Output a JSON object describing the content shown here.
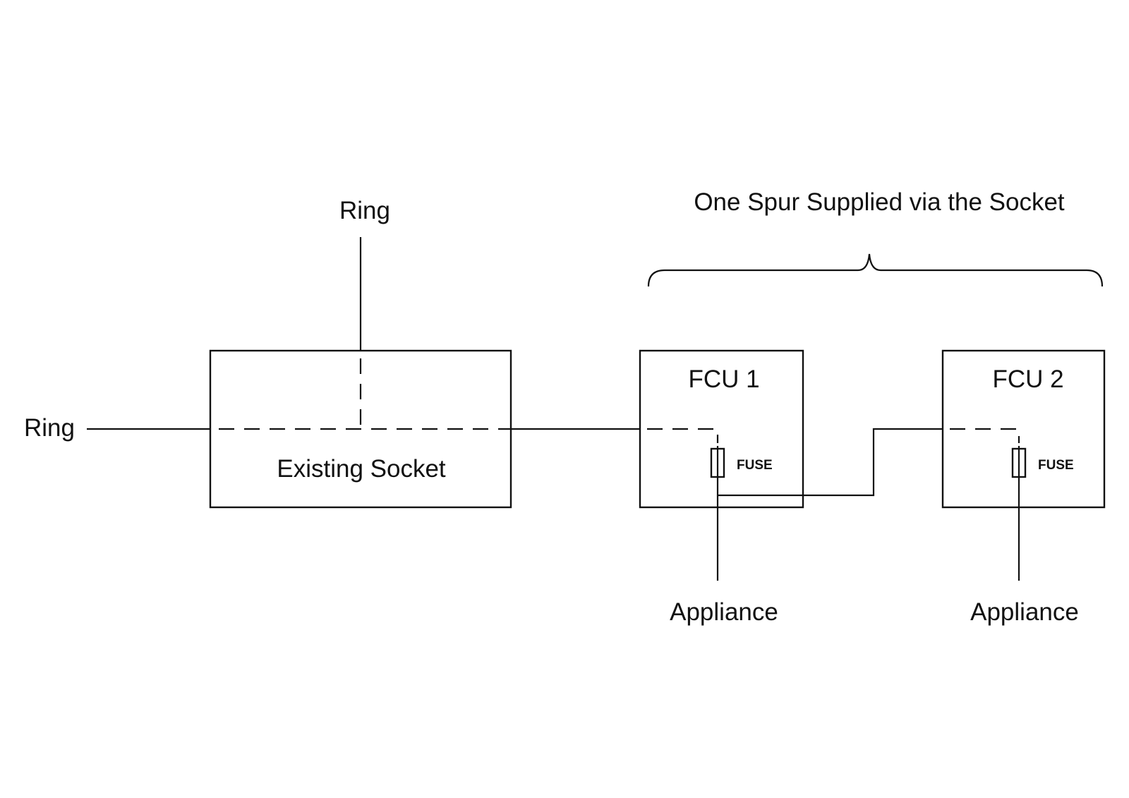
{
  "diagram": {
    "title": "One Spur Supplied via the Socket",
    "ring_label_top": "Ring",
    "ring_label_left": "Ring",
    "existing_socket": {
      "label": "Existing Socket"
    },
    "fcus": [
      {
        "label": "FCU 1",
        "fuse_label": "FUSE",
        "appliance_label": "Appliance"
      },
      {
        "label": "FCU 2",
        "fuse_label": "FUSE",
        "appliance_label": "Appliance"
      }
    ],
    "colors": {
      "line": "#111111",
      "background": "#ffffff"
    }
  }
}
